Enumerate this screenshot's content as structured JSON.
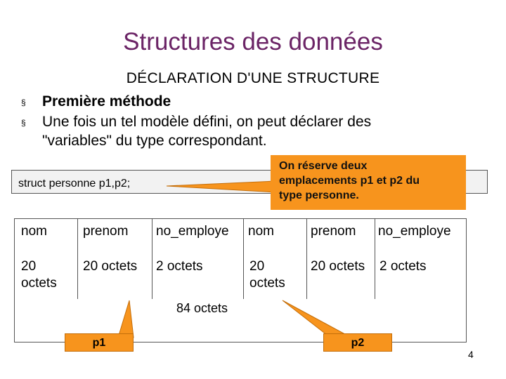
{
  "slide": {
    "title": "Structures des données",
    "section": "DÉCLARATION D'UNE STRUCTURE",
    "bullets": [
      {
        "marker": "§",
        "text": "Première méthode"
      },
      {
        "marker": "§",
        "text": "Une fois un tel modèle défini, on peut déclarer des"
      },
      {
        "marker": "",
        "text": "\"variables\" du type correspondant."
      }
    ],
    "code": "struct personne p1,p2;",
    "callout_lines": [
      "On réserve deux",
      "emplacements p1 et p2 du",
      "type personne."
    ],
    "page_number": "4"
  },
  "memory": {
    "headers": [
      "nom",
      "prenom",
      "no_employe",
      "nom",
      "prenom",
      "no_employe"
    ],
    "sizes": [
      [
        "20",
        "octets"
      ],
      [
        "20 octets"
      ],
      [
        "2 octets"
      ],
      [
        "20",
        "octets"
      ],
      [
        "20 octets"
      ],
      [
        "2 octets"
      ]
    ],
    "total": "84  octets",
    "pointers": [
      "p1",
      "p2"
    ]
  },
  "colors": {
    "title": "#6b2466",
    "callout": "#f7941d",
    "code_bg": "#f2f2f2"
  }
}
